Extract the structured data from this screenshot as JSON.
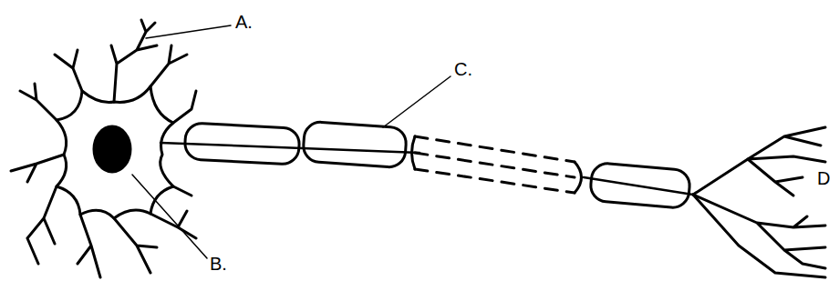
{
  "diagram": {
    "labels": [
      "A.",
      "C.",
      "B.",
      "D"
    ]
  }
}
